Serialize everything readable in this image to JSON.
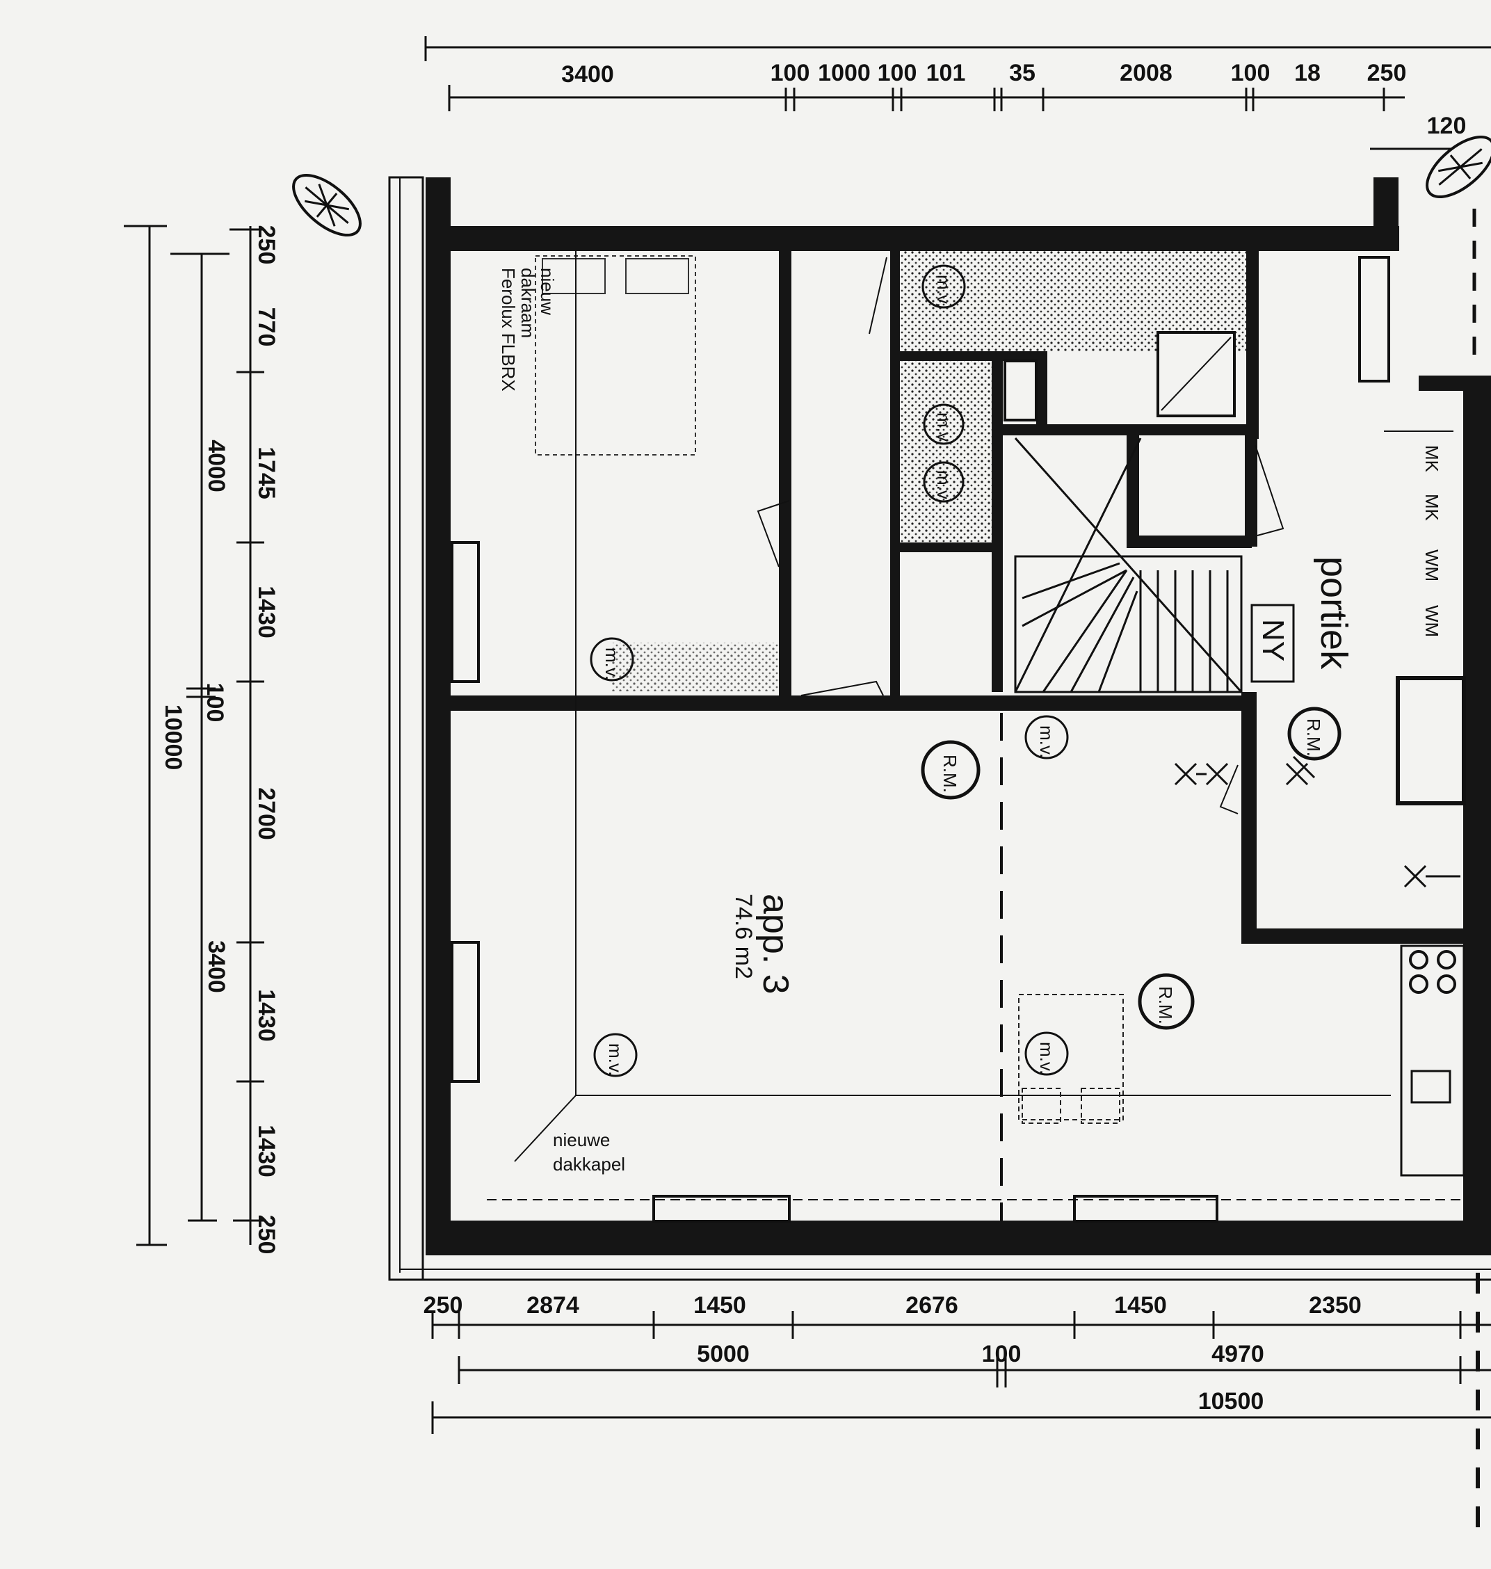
{
  "rooms": {
    "main_label": "app. 3",
    "main_area": "74.6 m2",
    "stair_hall": "portiek",
    "ny_box": "NY"
  },
  "notes": {
    "roof_window_line1": "nieuw",
    "roof_window_line2": "dakraam",
    "roof_window_line3": "Ferolux FLBRX",
    "dormer_line1": "nieuwe",
    "dormer_line2": "dakkapel"
  },
  "symbols": {
    "smoke_detector": "R.M.",
    "ventilation": "m.v.",
    "meter_labels": [
      "MK",
      "MK",
      "WM",
      "WM"
    ]
  },
  "dims_top": {
    "row1": [
      "3400",
      "100",
      "1000",
      "100",
      "101",
      "35",
      "2008",
      "100",
      "18",
      "250"
    ],
    "side": "120"
  },
  "dims_left": {
    "inner": [
      "250",
      "770",
      "1745",
      "1430",
      "100",
      "2700",
      "1430",
      "1430",
      "250"
    ],
    "mid": [
      "4000",
      "3400"
    ],
    "total": "10000"
  },
  "dims_bottom": {
    "row1": [
      "250",
      "2874",
      "1450",
      "2676",
      "1450",
      "2350"
    ],
    "row2": [
      "5000",
      "100",
      "4970"
    ],
    "total": "10500"
  }
}
